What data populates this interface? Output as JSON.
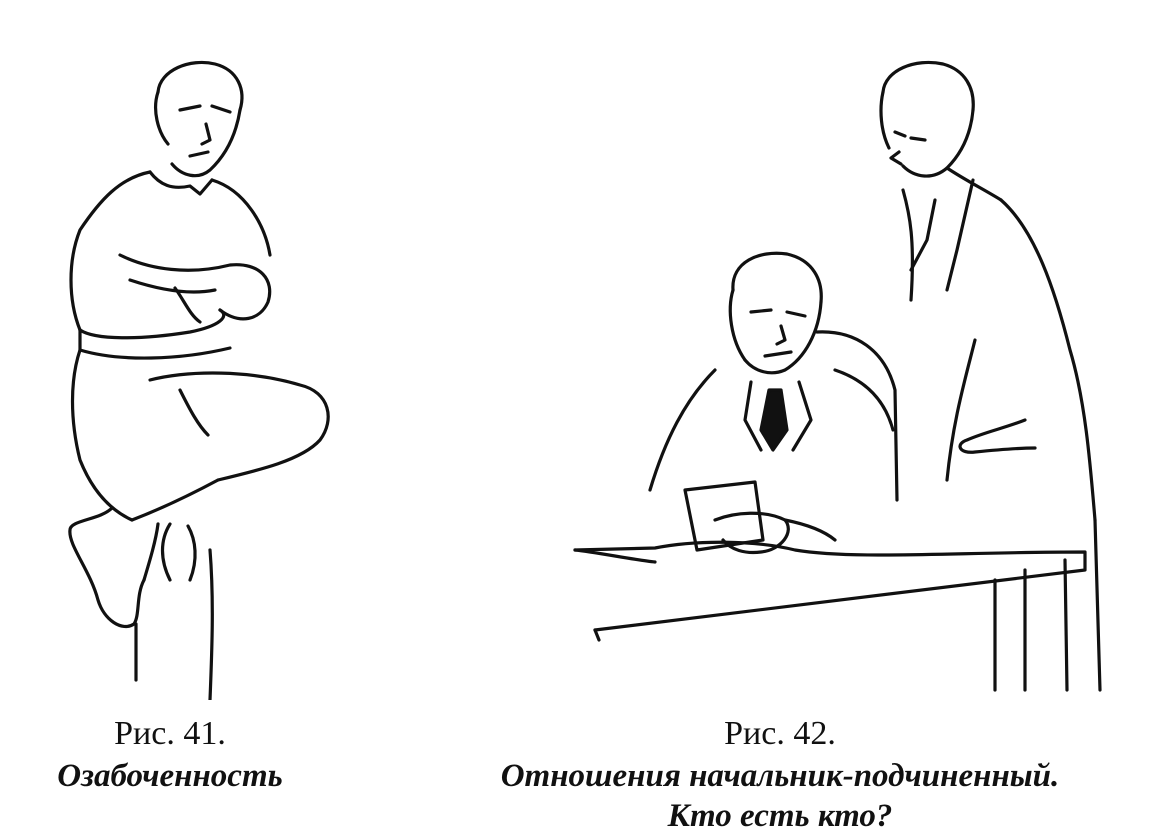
{
  "figures": [
    {
      "number": "Рис. 41.",
      "title": "Озабоченность",
      "illustration": "man-seated-arms-crossed-leg-crossed"
    },
    {
      "number": "Рис. 42.",
      "title_line1": "Отношения начальник-подчиненный.",
      "title_line2": "Кто есть кто?",
      "illustration": "seated-man-at-desk-and-standing-man"
    }
  ]
}
